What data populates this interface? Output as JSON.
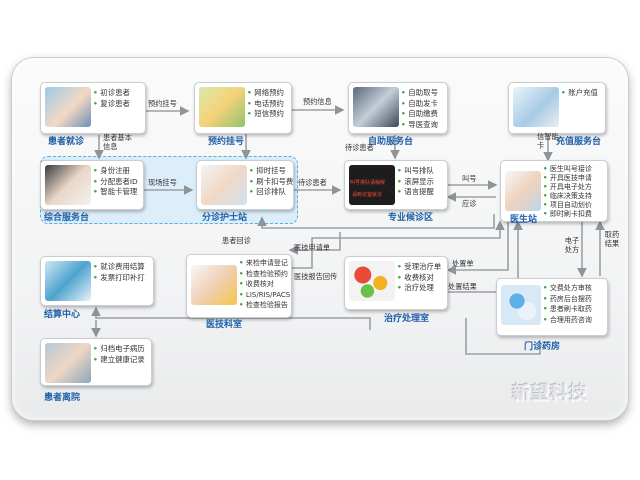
{
  "nodes": {
    "patient_visit": {
      "title": "患者就诊",
      "items": [
        "初诊患者",
        "复诊患者"
      ]
    },
    "appointment": {
      "title": "预约挂号",
      "items": [
        "网络预约",
        "电话预约",
        "短信预约"
      ]
    },
    "self_service": {
      "title": "自助服务台",
      "items": [
        "自助取号",
        "自助发卡",
        "自助缴费",
        "导医查询"
      ]
    },
    "recharge": {
      "title": "充值服务台",
      "items": [
        "账户充值"
      ]
    },
    "general_service": {
      "title": "综合服务台",
      "items": [
        "身份注册",
        "分配患者ID",
        "智能卡管理"
      ]
    },
    "nurse_station": {
      "title": "分诊护士站",
      "items": [
        "抑时挂号",
        "刷卡扣号费",
        "回诊排队"
      ]
    },
    "waiting_area": {
      "title": "专业候诊区",
      "items": [
        "叫号排队",
        "滚屏显示",
        "语言提醒"
      ]
    },
    "doctor_station": {
      "title": "医生站",
      "items": [
        "医生叫号接诊",
        "开具医技申请",
        "开具电子处方",
        "临床决策支持",
        "项目自动划价",
        "即时刷卡扣费"
      ]
    },
    "billing": {
      "title": "结算中心",
      "items": [
        "就诊费用结算",
        "发票打印补打"
      ]
    },
    "medtech": {
      "title": "医技科室",
      "items": [
        "来检申请登记",
        "检查检验预约",
        "收费核对",
        "LIS/RIS/PACS",
        "检查检验报告"
      ]
    },
    "treatment": {
      "title": "治疗处理室",
      "items": [
        "受理治疗单",
        "收费核对",
        "治疗处理"
      ]
    },
    "pharmacy": {
      "title": "门诊药房",
      "items": [
        "交费处方审核",
        "药房后台摆药",
        "患者刷卡取药",
        "合理用药咨询"
      ]
    },
    "discharge": {
      "title": "患者离院",
      "items": [
        "归档电子病历",
        "建立健康记录"
      ]
    }
  },
  "flows": {
    "appointment": "预约挂号",
    "appointment_info": "预约信息",
    "patient_basic_info": "患者基本信息",
    "on_site_registration": "现场挂号",
    "waiting_patient_1": "待诊患者",
    "waiting_patient_2": "待诊患者",
    "call_number": "叫号",
    "response": "应诊",
    "credit_card": "信智能卡",
    "patient_return": "患者回诊",
    "medtech_request": "医技申请单",
    "medtech_report_return": "医技报告回传",
    "disposal_order": "处置单",
    "disposal_result": "处置结果",
    "e_prescription": "电子处方",
    "pickup_result": "取药结果"
  },
  "screen_text": [
    "叫号排队请稍候",
    "请到诊室就诊"
  ],
  "brand": "新望科技",
  "colors": {
    "title": "#1e5fa8",
    "bullet": "#3aa93a",
    "dash": "#5aaee0"
  }
}
